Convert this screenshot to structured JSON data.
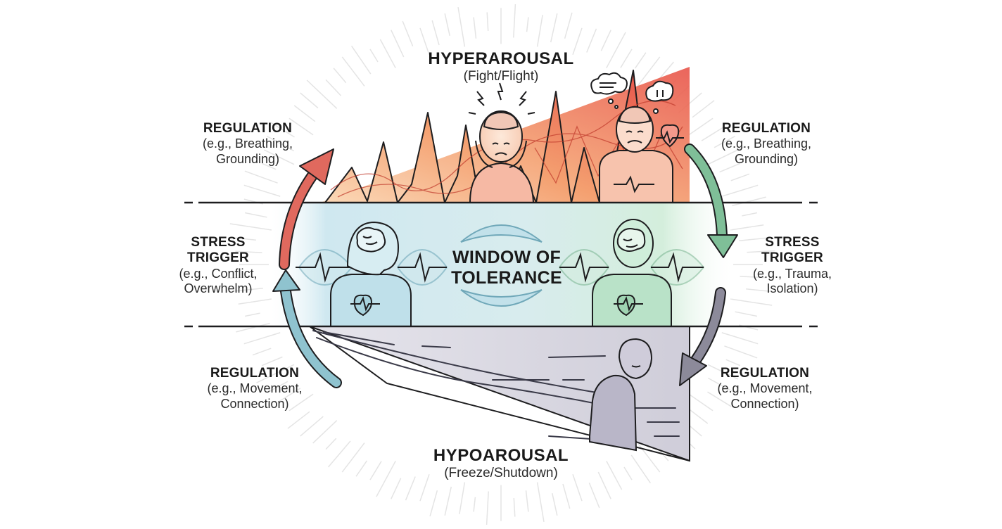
{
  "zones": {
    "hyper": {
      "title": "HYPERAROUSAL",
      "subtitle": "(Fight/Flight)"
    },
    "window": {
      "line1": "WINDOW OF",
      "line2": "TOLERANCE"
    },
    "hypo": {
      "title": "HYPOAROUSAL",
      "subtitle": "(Freeze/Shutdown)"
    }
  },
  "left": {
    "regulation_top": {
      "title": "REGULATION",
      "line1": "(e.g., Breathing,",
      "line2": "Grounding)"
    },
    "stress_trigger": {
      "title1": "STRESS",
      "title2": "TRIGGER",
      "line1": "(e.g., Conflict,",
      "line2": "Overwhelm)"
    },
    "regulation_bottom": {
      "title": "REGULATION",
      "line1": "(e.g., Movement,",
      "line2": "Connection)"
    }
  },
  "right": {
    "regulation_top": {
      "title": "REGULATION",
      "line1": "(e.g., Breathing,",
      "line2": "Grounding)"
    },
    "stress_trigger": {
      "title1": "STRESS",
      "title2": "TRIGGER",
      "line1": "(e.g., Trauma,",
      "line2": "Isolation)"
    },
    "regulation_bottom": {
      "title": "REGULATION",
      "line1": "(e.g., Movement,",
      "line2": "Connection)"
    }
  },
  "icons": [
    "brain-icon",
    "heart-icon",
    "thought-bubble-icon",
    "lightning-icon"
  ],
  "colors": {
    "hyper_red": "#e8544a",
    "hyper_orange": "#f5a36a",
    "window_blue": "#cfe8f0",
    "window_green": "#d6eedd",
    "hypo_gray": "#d3d1dc",
    "arrow_red": "#e0695e",
    "arrow_green": "#7fbf98",
    "arrow_blue": "#88b9cc",
    "arrow_gray": "#8c8a9a",
    "line": "#1d1d1f"
  }
}
